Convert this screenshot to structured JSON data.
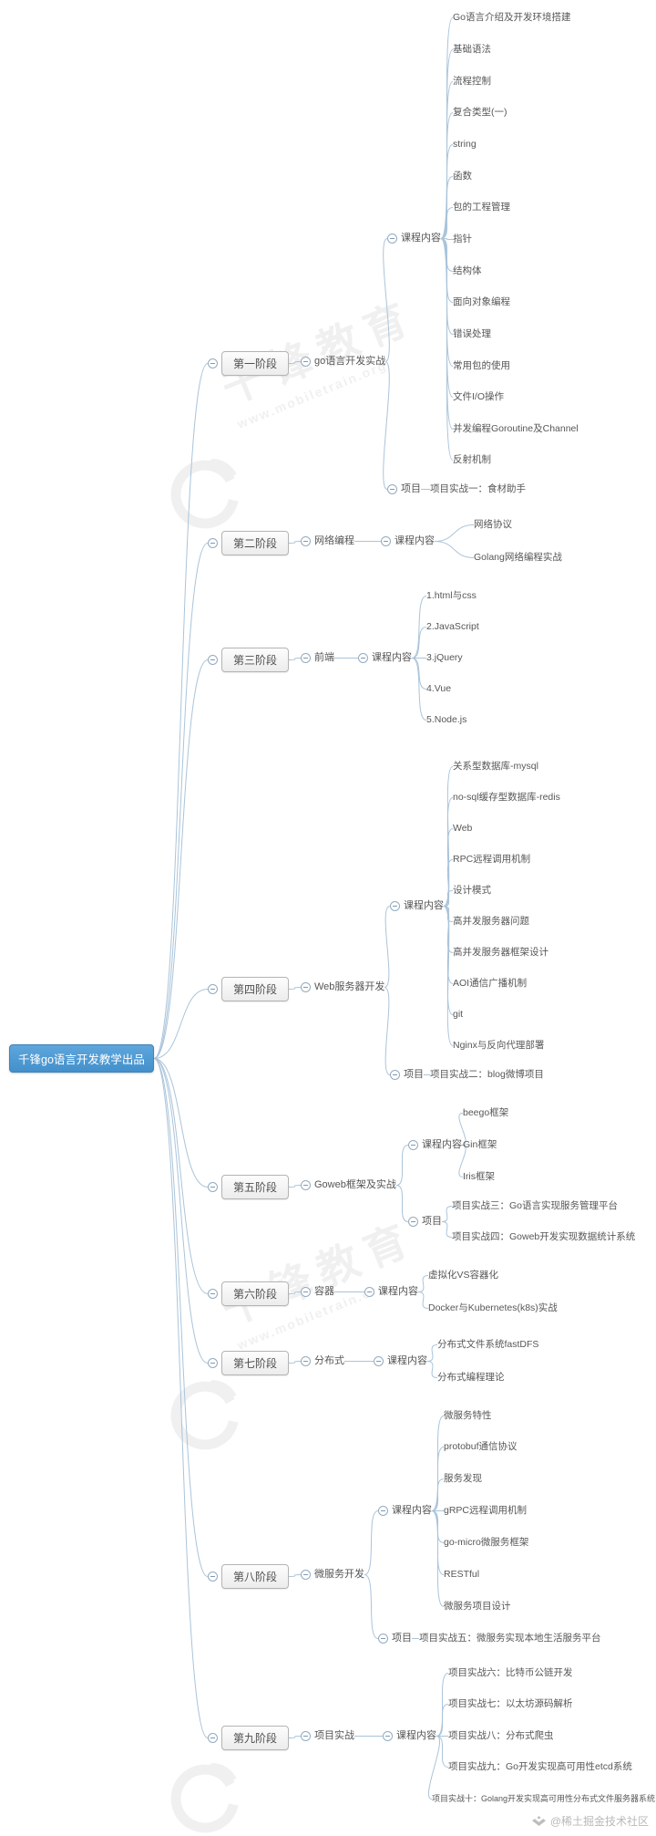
{
  "root": {
    "label": "千锋go语言开发教学出品"
  },
  "stages": [
    {
      "label": "第一阶段",
      "topic": "go语言开发实战",
      "groups": [
        {
          "label": "课程内容",
          "items": [
            "Go语言介绍及开发环境搭建",
            "基础语法",
            "流程控制",
            "复合类型(一)",
            "string",
            "函数",
            "包的工程管理",
            "指针",
            "结构体",
            "面向对象编程",
            "错误处理",
            "常用包的使用",
            "文件I/O操作",
            "并发编程Goroutine及Channel",
            "反射机制"
          ]
        },
        {
          "label": "项目",
          "items": [
            "项目实战一：食材助手"
          ]
        }
      ]
    },
    {
      "label": "第二阶段",
      "topic": "网络编程",
      "groups": [
        {
          "label": "课程内容",
          "items": [
            "网络协议",
            "Golang网络编程实战"
          ]
        }
      ]
    },
    {
      "label": "第三阶段",
      "topic": "前端",
      "groups": [
        {
          "label": "课程内容",
          "items": [
            "1.html与css",
            "2.JavaScript",
            "3.jQuery",
            "4.Vue",
            "5.Node.js"
          ]
        }
      ]
    },
    {
      "label": "第四阶段",
      "topic": "Web服务器开发",
      "groups": [
        {
          "label": "课程内容",
          "items": [
            "关系型数据库-mysql",
            "no-sql缓存型数据库-redis",
            "Web",
            "RPC远程调用机制",
            "设计模式",
            "高并发服务器问题",
            "高并发服务器框架设计",
            "AOI通信广播机制",
            "git",
            "Nginx与反向代理部署"
          ]
        },
        {
          "label": "项目",
          "items": [
            "项目实战二：blog微博项目"
          ]
        }
      ]
    },
    {
      "label": "第五阶段",
      "topic": "Goweb框架及实战",
      "groups": [
        {
          "label": "课程内容",
          "items": [
            "beego框架",
            "Gin框架",
            "Iris框架"
          ]
        },
        {
          "label": "项目",
          "items": [
            "项目实战三：Go语言实现服务管理平台",
            "项目实战四：Goweb开发实现数据统计系统"
          ]
        }
      ]
    },
    {
      "label": "第六阶段",
      "topic": "容器",
      "groups": [
        {
          "label": "课程内容",
          "items": [
            "虚拟化VS容器化",
            "Docker与Kubernetes(k8s)实战"
          ]
        }
      ]
    },
    {
      "label": "第七阶段",
      "topic": "分布式",
      "groups": [
        {
          "label": "课程内容",
          "items": [
            "分布式文件系统fastDFS",
            "分布式编程理论"
          ]
        }
      ]
    },
    {
      "label": "第八阶段",
      "topic": "微服务开发",
      "groups": [
        {
          "label": "课程内容",
          "items": [
            "微服务特性",
            "protobuf通信协议",
            "服务发现",
            "gRPC远程调用机制",
            "go-micro微服务框架",
            "RESTful",
            "微服务项目设计"
          ]
        },
        {
          "label": "项目",
          "items": [
            "项目实战五：微服务实现本地生活服务平台"
          ]
        }
      ]
    },
    {
      "label": "第九阶段",
      "topic": "项目实战",
      "groups": [
        {
          "label": "课程内容",
          "items": [
            "项目实战六：比特币公链开发",
            "项目实战七：以太坊源码解析",
            "项目实战八：分布式爬虫",
            "项目实战九：Go开发实现高可用性etcd系统",
            "项目实战十：Golang开发实现高可用性分布式文件服务器系统"
          ]
        }
      ]
    }
  ],
  "watermark": {
    "brand": "千锋教育",
    "url": "www.mobiletrain.org"
  },
  "credit": {
    "text": "@稀土掘金技术社区"
  },
  "colors": {
    "root_bg": "#4e9ad3",
    "root_border": "#3f83b7",
    "edge": "#aac4da",
    "stage_border": "#b4b4b4"
  }
}
